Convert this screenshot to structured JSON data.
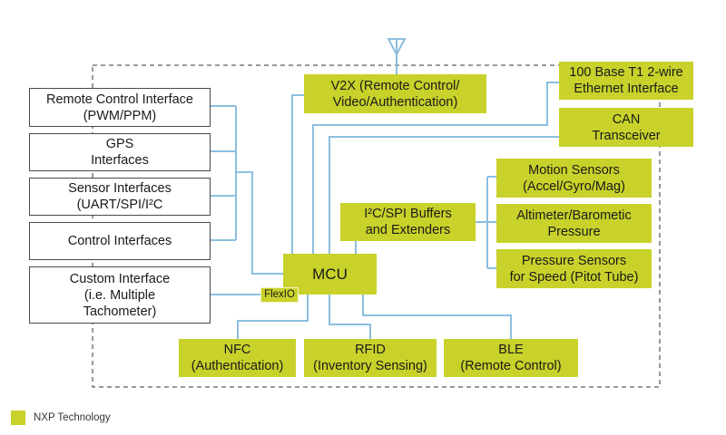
{
  "diagram": {
    "colors": {
      "nxp_block": "#c8d22a",
      "connector": "#8bbfdf",
      "boundary": "#333333",
      "external_border": "#4a4a4a"
    },
    "external_interfaces": [
      {
        "id": "remote-control",
        "lines": [
          "Remote Control Interface",
          "(PWM/PPM)"
        ]
      },
      {
        "id": "gps",
        "lines": [
          "GPS",
          "Interfaces"
        ]
      },
      {
        "id": "sensor",
        "lines": [
          "Sensor Interfaces",
          "(UART/SPI/I²C"
        ]
      },
      {
        "id": "control",
        "lines": [
          "Control Interfaces"
        ]
      },
      {
        "id": "custom",
        "lines": [
          "Custom Interface",
          "(i.e. Multiple",
          "Tachometer)"
        ]
      }
    ],
    "mcu": {
      "label": "MCU"
    },
    "flexio": {
      "label": "FlexIO"
    },
    "v2x": {
      "lines": [
        "V2X (Remote Control/",
        "Video/Authentication)"
      ]
    },
    "ethernet": {
      "lines": [
        "100 Base T1 2-wire",
        "Ethernet Interface"
      ]
    },
    "can": {
      "lines": [
        "CAN",
        "Transceiver"
      ]
    },
    "buffers": {
      "lines": [
        "I²C/SPI Buffers",
        "and Extenders"
      ]
    },
    "sensors": [
      {
        "id": "motion",
        "lines": [
          "Motion Sensors",
          "(Accel/Gyro/Mag)"
        ]
      },
      {
        "id": "altimeter",
        "lines": [
          "Altimeter/Barometic",
          "Pressure"
        ]
      },
      {
        "id": "pitot",
        "lines": [
          "Pressure Sensors",
          "for Speed (Pitot Tube)"
        ]
      }
    ],
    "wireless": [
      {
        "id": "nfc",
        "lines": [
          "NFC",
          "(Authentication)"
        ]
      },
      {
        "id": "rfid",
        "lines": [
          "RFID",
          "(Inventory Sensing)"
        ]
      },
      {
        "id": "ble",
        "lines": [
          "BLE",
          "(Remote Control)"
        ]
      }
    ],
    "antenna": {
      "icon": "antenna-icon"
    }
  },
  "legend": {
    "label": "NXP Technology"
  }
}
